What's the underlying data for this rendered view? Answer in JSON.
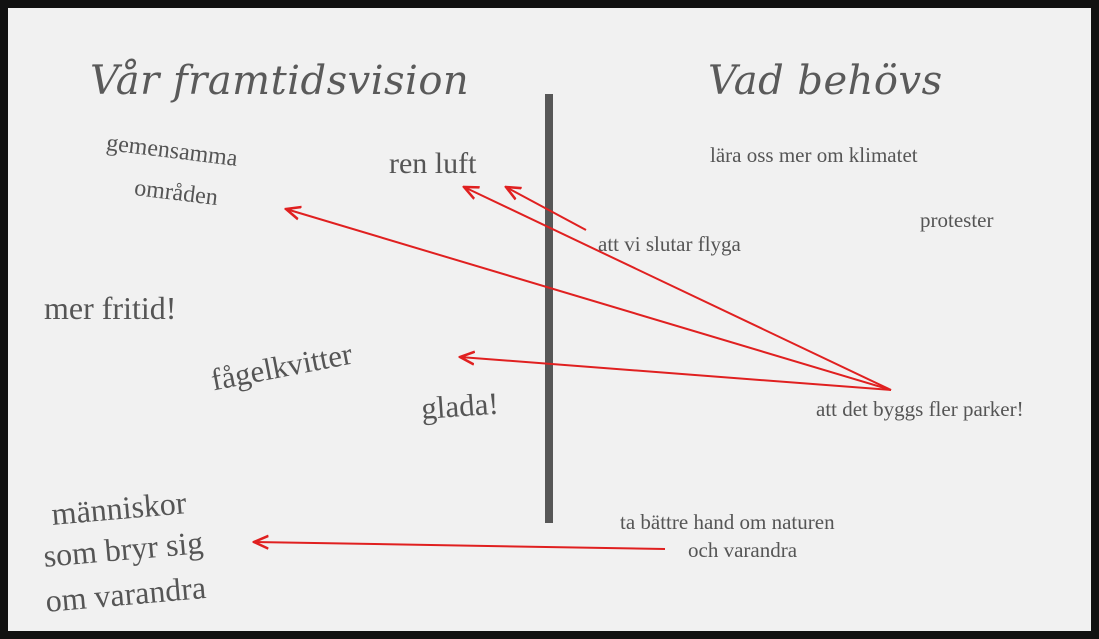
{
  "headings": {
    "left": "Vår framtidsvision",
    "right": "Vad behövs"
  },
  "vision": {
    "gemensamma_1": "gemensamma",
    "gemensamma_2": "områden",
    "ren_luft": "ren luft",
    "fritid": "mer fritid!",
    "fagelkvitter": "fågelkvitter",
    "glada": "glada!",
    "manniskor_1": "människor",
    "manniskor_2": "som bryr sig",
    "manniskor_3": "om varandra"
  },
  "needs": {
    "klimatet": "lära oss mer om klimatet",
    "protester": "protester",
    "flyga": "att vi slutar flyga",
    "parker": "att det byggs fler parker!",
    "naturen_1": "ta bättre hand om naturen",
    "naturen_2": "och varandra"
  },
  "colors": {
    "arrow": "#e02020",
    "text": "#555555",
    "divider": "#575757",
    "background": "#f1f1f1",
    "frame": "#111111"
  },
  "connections": [
    {
      "from": "att vi slutar flyga",
      "to": "ren luft"
    },
    {
      "from": "att det byggs fler parker!",
      "to": "ren luft"
    },
    {
      "from": "att det byggs fler parker!",
      "to": "gemensamma områden"
    },
    {
      "from": "att det byggs fler parker!",
      "to": "fågelkvitter"
    },
    {
      "from": "ta bättre hand om naturen och varandra",
      "to": "människor som bryr sig om varandra"
    }
  ]
}
